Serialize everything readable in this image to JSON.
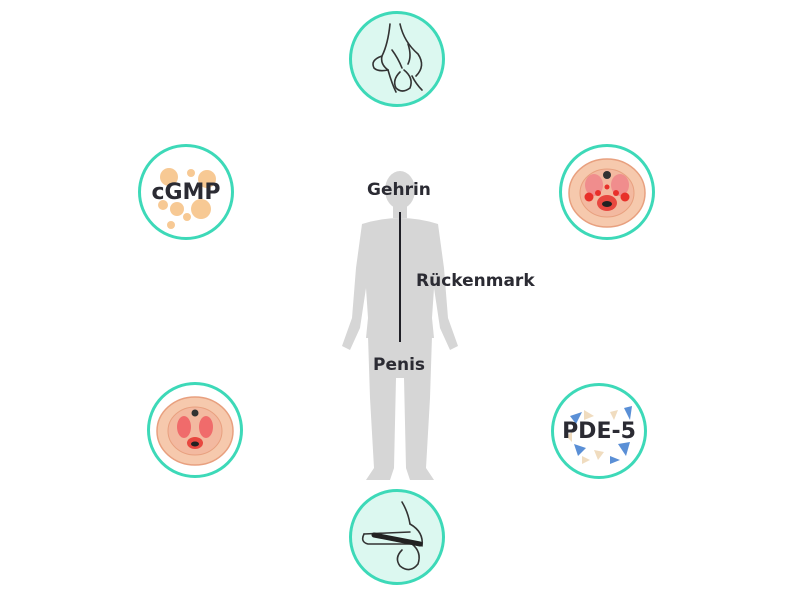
{
  "labels": {
    "brain": "Gehrin",
    "spinal_cord": "Rückenmark",
    "penis": "Penis",
    "cgmp": "cGMP",
    "pde5": "PDE-5"
  },
  "icons": {
    "top": "penis-anatomy-side-icon",
    "top_right": "tissue-cross-section-active-icon",
    "right": "pde5-molecule-icon",
    "bottom": "penis-implant-side-icon",
    "left": "tissue-cross-section-icon",
    "top_left": "cgmp-molecule-icon",
    "center": "human-silhouette-icon"
  },
  "colors": {
    "ring": "#3dd9b8",
    "mint_fill": "#dcf8f0",
    "silhouette": "#d6d6d6",
    "text": "#2b2b33",
    "cgmp_dots": "#f7c994",
    "pde5_blue": "#5a8fd6",
    "pde5_beige": "#f0dcbf",
    "tissue_outer": "#f6c9ad",
    "tissue_red": "#e8473f"
  }
}
